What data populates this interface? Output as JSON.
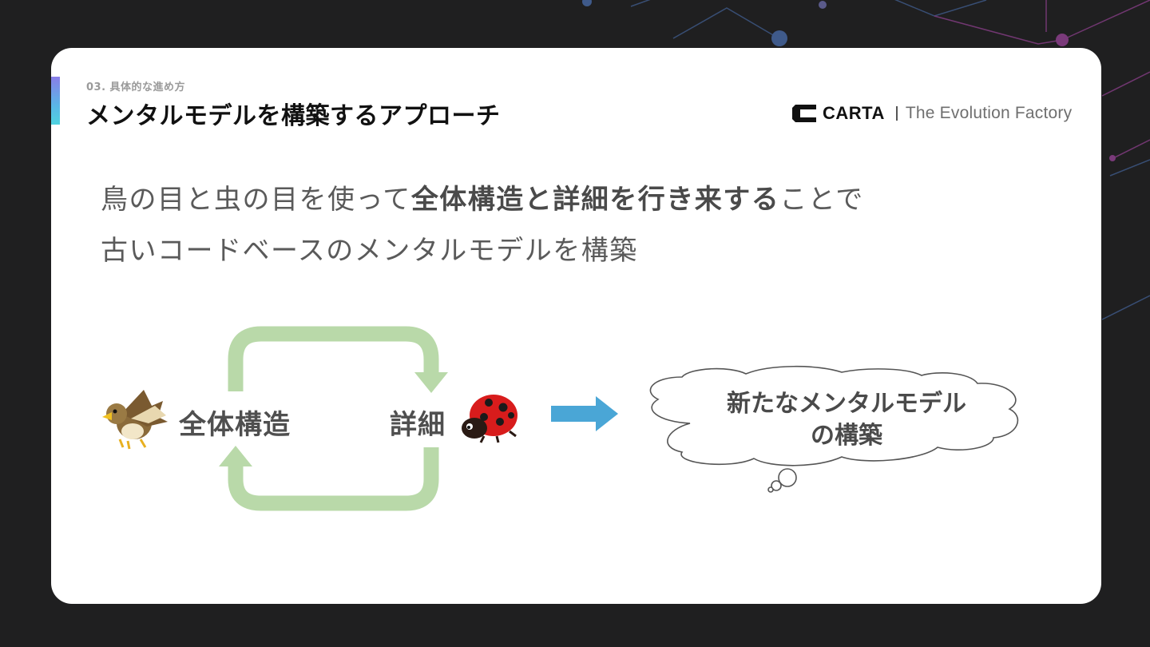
{
  "slide": {
    "section_label": "03. 具体的な進め方",
    "title": "メンタルモデルを構築するアプローチ"
  },
  "logo": {
    "brand": "CARTA",
    "tagline": "The Evolution Factory"
  },
  "lead": {
    "line1_prefix": "鳥の目と虫の目を使って",
    "line1_bold": "全体構造と詳細を行き来する",
    "line1_suffix": "ことで",
    "line2": "古いコードベースのメンタルモデルを構築"
  },
  "diagram": {
    "left_label": "全体構造",
    "right_label": "詳細",
    "left_icon": "hawk-icon",
    "right_icon": "ladybug-icon",
    "loop_color": "#b9d9a9",
    "arrow_color": "#4aa6d6",
    "result_line1": "新たなメンタルモデル",
    "result_line2": "の構築"
  },
  "colors": {
    "background": "#1f1f20",
    "card": "#ffffff",
    "accent_gradient": [
      "#8a7de8",
      "#4fd3e0"
    ]
  }
}
